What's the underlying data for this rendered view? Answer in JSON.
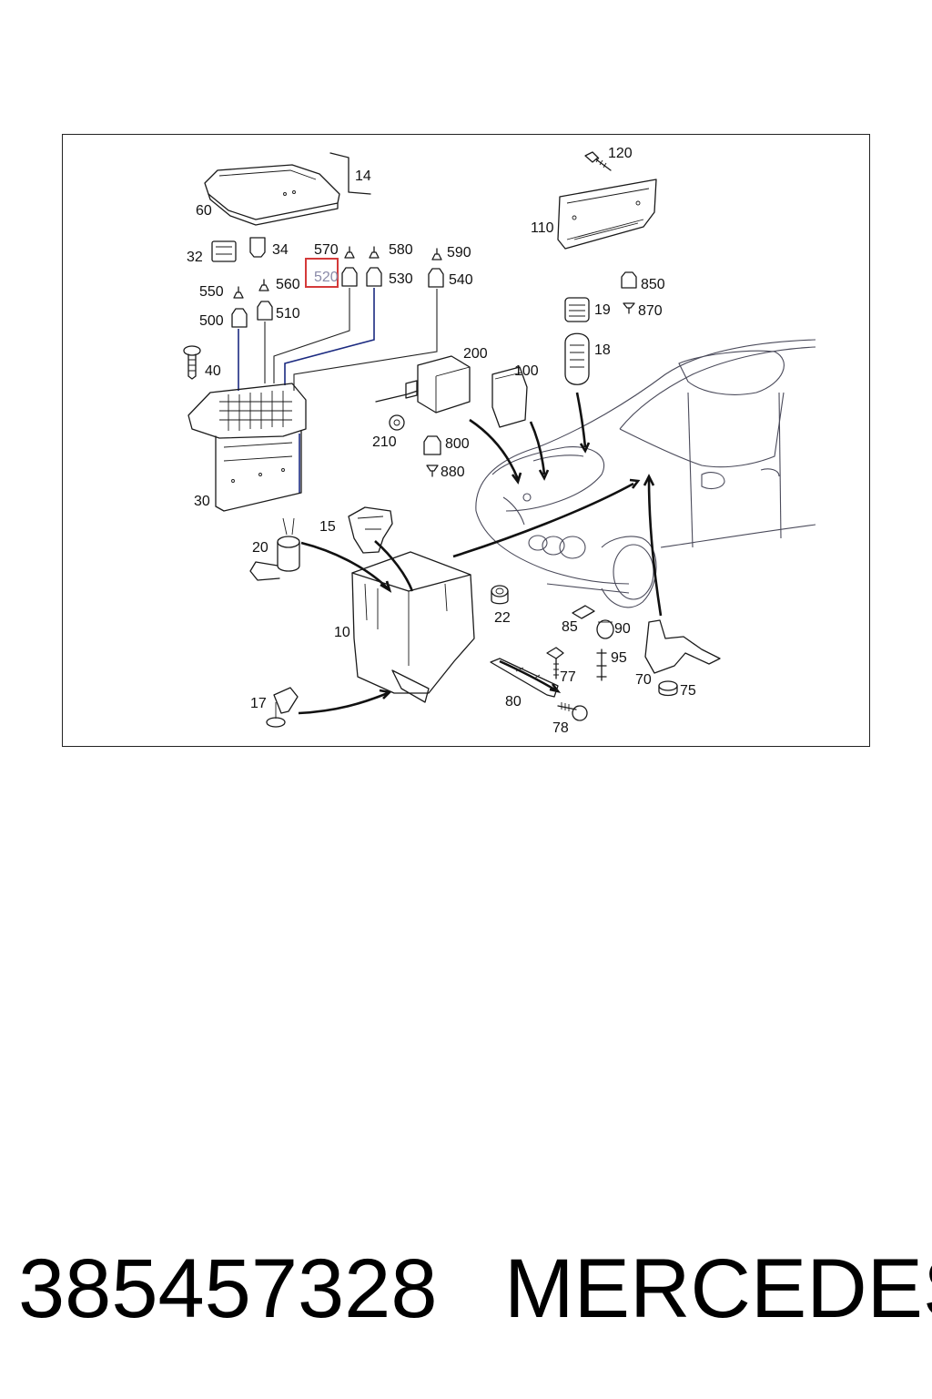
{
  "diagram": {
    "labels": {
      "p14": "14",
      "p60": "60",
      "p32": "32",
      "p34": "34",
      "p570": "570",
      "p580": "580",
      "p590": "590",
      "p520": "520",
      "p530": "530",
      "p540": "540",
      "p550": "550",
      "p560": "560",
      "p500": "500",
      "p510": "510",
      "p40": "40",
      "p30": "30",
      "p120": "120",
      "p110": "110",
      "p850": "850",
      "p870": "870",
      "p19": "19",
      "p18": "18",
      "p200": "200",
      "p100": "100",
      "p210": "210",
      "p800": "800",
      "p880": "880",
      "p15": "15",
      "p20": "20",
      "p10": "10",
      "p22": "22",
      "p85": "85",
      "p90": "90",
      "p95": "95",
      "p77": "77",
      "p70": "70",
      "p75": "75",
      "p80": "80",
      "p78": "78",
      "p17": "17"
    },
    "highlighted_part": "520",
    "highlight_color": "#d43a3a"
  },
  "footer": {
    "part_number": "385457328",
    "brand": "MERCEDES"
  }
}
